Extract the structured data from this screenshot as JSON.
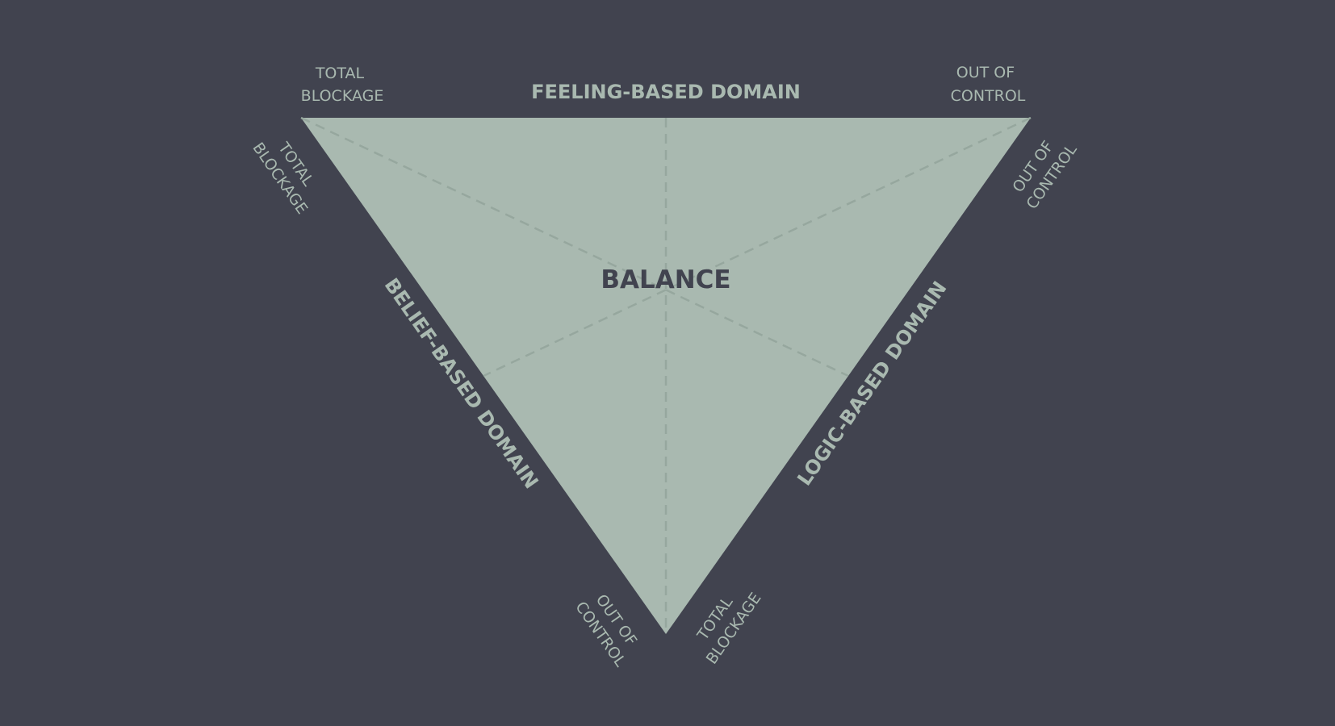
{
  "colors": {
    "background": "#41434f",
    "triangle_fill": "#a9b9b0",
    "divider": "#96a79e",
    "label": "#a9b9b0",
    "center_text": "#41434f"
  },
  "center": {
    "label": "BALANCE"
  },
  "domains": {
    "feeling": "FEELING-BASED DOMAIN",
    "belief": "BELIEF-BASED DOMAIN",
    "logic": "LOGIC-BASED DOMAIN"
  },
  "corners": {
    "top_left_top": [
      "TOTAL",
      "BLOCKAGE"
    ],
    "top_left_side": [
      "TOTAL",
      "BLOCKAGE"
    ],
    "top_right_top": [
      "OUT OF",
      "CONTROL"
    ],
    "top_right_side": [
      "OUT OF",
      "CONTROL"
    ],
    "bottom_left": [
      "OUT OF",
      "CONTROL"
    ],
    "bottom_right": [
      "TOTAL",
      "BLOCKAGE"
    ]
  }
}
